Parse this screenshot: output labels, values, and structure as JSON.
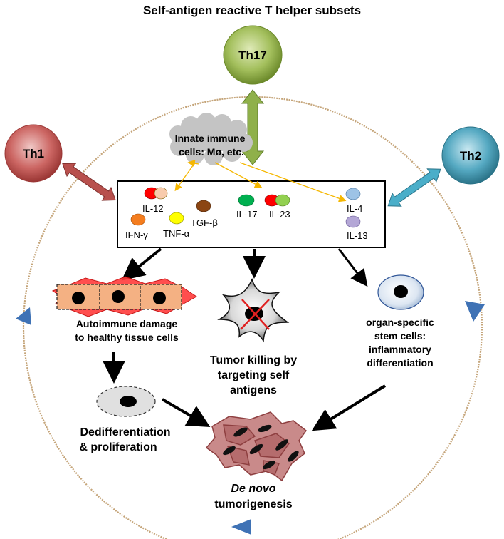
{
  "title": "Self-antigen reactive T helper subsets",
  "subsets": {
    "th17": "Th17",
    "th1": "Th1",
    "th2": "Th2"
  },
  "innate": {
    "line1": "Innate immune",
    "line2": "cells: Mø, etc."
  },
  "cytokines": {
    "il12": "IL-12",
    "ifng": "IFN-γ",
    "tnfa": "TNF-α",
    "tgfb": "TGF-β",
    "il17": "IL-17",
    "il23": "IL-23",
    "il4": "IL-4",
    "il13": "IL-13"
  },
  "outcomes": {
    "damage_line1": "Autoimmune damage",
    "damage_line2": "to healthy tissue cells",
    "tumor_line1": "Tumor killing by",
    "tumor_line2": "targeting self",
    "tumor_line3": "antigens",
    "stem_line1": "organ-specific",
    "stem_line2": "stem cells:",
    "stem_line3": "inflammatory",
    "stem_line4": "differentiation",
    "dediff_line1": "Dedifferentiation",
    "dediff_line2": "& proliferation",
    "denovo_line1": "De novo",
    "denovo_line2": "tumorigenesis"
  },
  "colors": {
    "th17": "#8fad3f",
    "th1": "#c0504d",
    "th2": "#3d95ad",
    "arrow_th17": "#8fb04a",
    "arrow_th1": "#b8504d",
    "arrow_th2": "#4aaec9",
    "orbit": "#c5a57a",
    "orbit_arrow": "#3f72b5",
    "cloud": "#bfbfbf",
    "yellow_arrow": "#f5b700",
    "tissue": "#f4b183",
    "tumor": "#a9595b",
    "tumor_fill": "#c98a8a"
  }
}
